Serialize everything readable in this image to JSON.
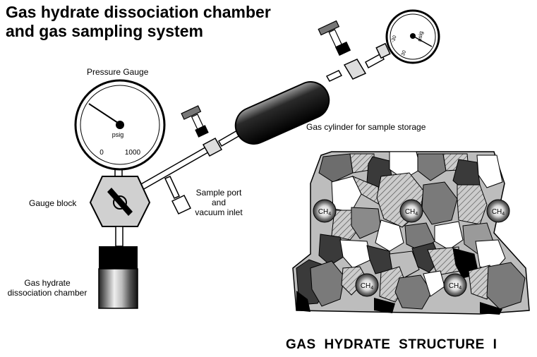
{
  "title": {
    "line1": "Gas hydrate dissociation chamber",
    "line2": "and gas sampling system"
  },
  "labels": {
    "pressure_gauge": "Pressure Gauge",
    "gauge_unit": "psig",
    "gauge_min": "0",
    "gauge_max": "1000",
    "gauge_block": "Gauge block",
    "sample_port_line1": "Sample port",
    "sample_port_line2": "and",
    "sample_port_line3": "vacuum inlet",
    "gas_cylinder": "Gas cylinder for sample storage",
    "chamber_line1": "Gas hydrate",
    "chamber_line2": "dissociation chamber",
    "small_gauge_unit": "psig",
    "small_gauge_a": "-30",
    "small_gauge_b": "30"
  },
  "structure": {
    "title": "GAS HYDRATE STRUCTURE I",
    "molecule_label": "CH",
    "molecule_subscript": "4"
  }
}
